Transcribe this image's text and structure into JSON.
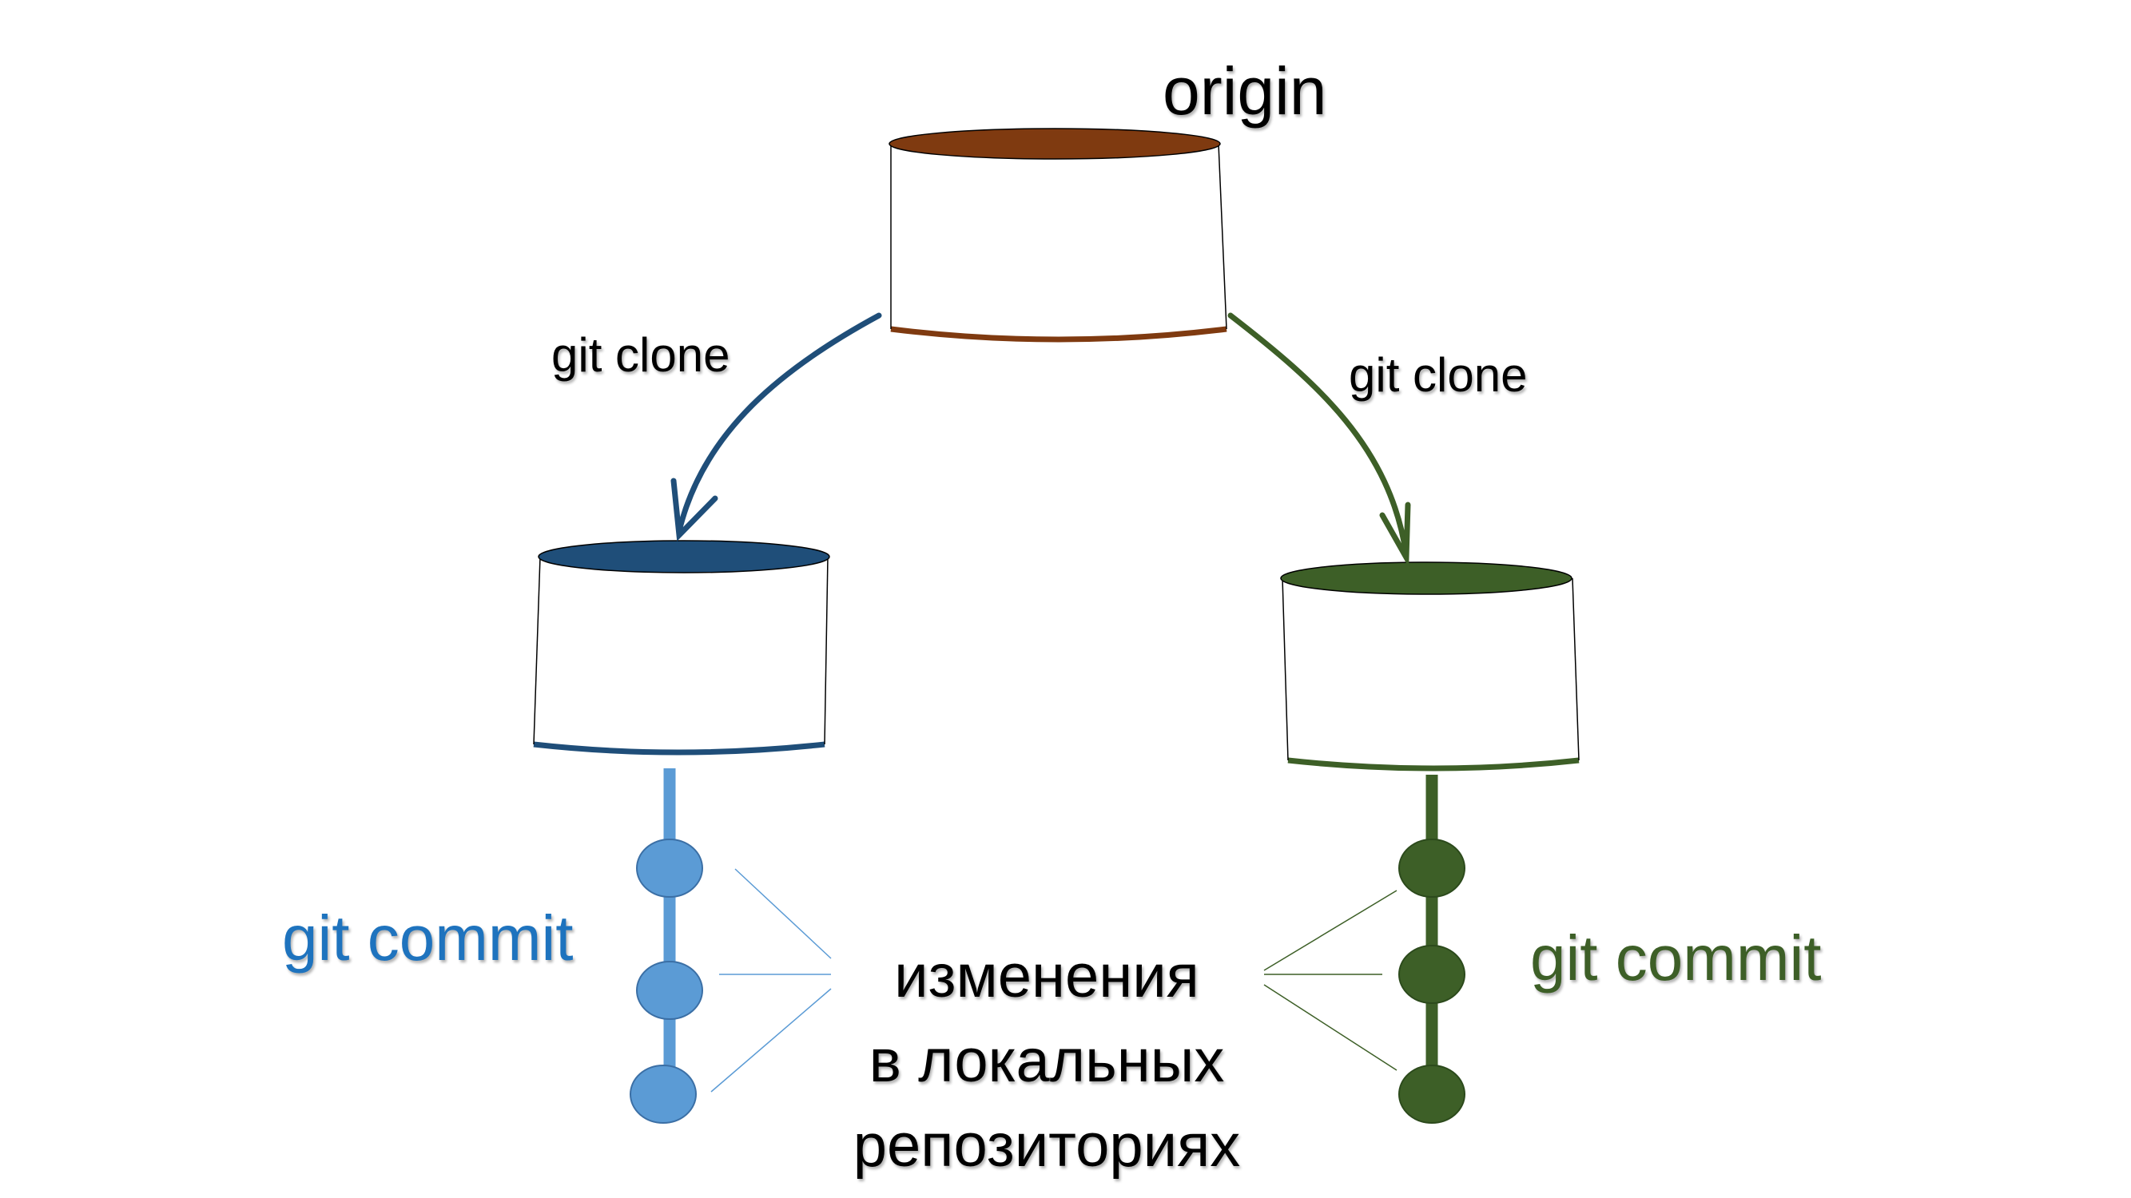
{
  "title": "",
  "colors": {
    "origin": "#7f3a10",
    "left_repo": "#1f4e79",
    "right_repo": "#3d5f27",
    "left_commits": "#5b9bd5",
    "left_commit_text": "#1e73be",
    "right_commits": "#3d5f27"
  },
  "nodes": {
    "origin": {
      "label": "origin",
      "icon": "database-cylinder-icon"
    },
    "left_clone": {
      "icon": "database-cylinder-icon"
    },
    "right_clone": {
      "icon": "database-cylinder-icon"
    }
  },
  "edges": {
    "left": {
      "label": "git clone",
      "from": "origin",
      "to": "left_clone"
    },
    "right": {
      "label": "git clone",
      "from": "origin",
      "to": "right_clone"
    }
  },
  "commits": {
    "left": {
      "label": "git commit",
      "count": 3
    },
    "right": {
      "label": "git commit",
      "count": 3
    }
  },
  "annotation": {
    "lines": [
      "изменения",
      "в локальных",
      "репозиториях"
    ]
  }
}
